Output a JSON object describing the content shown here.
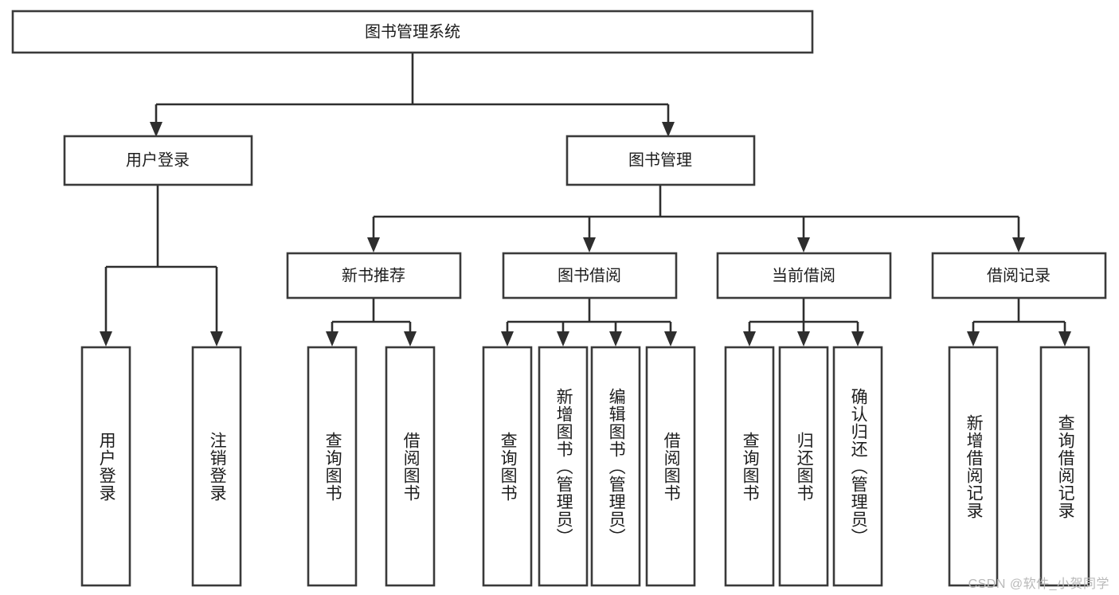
{
  "diagram": {
    "title": "图书管理系统",
    "type": "hierarchy-tree",
    "orientation": "top-down",
    "levels": 4,
    "root": {
      "id": "root",
      "label": "图书管理系统",
      "text_direction": "horizontal"
    },
    "level2": [
      {
        "id": "user-login",
        "label": "用户登录",
        "text_direction": "horizontal"
      },
      {
        "id": "book-manage",
        "label": "图书管理",
        "text_direction": "horizontal"
      }
    ],
    "level3": [
      {
        "id": "new-book-recommend",
        "label": "新书推荐",
        "parent": "book-manage",
        "text_direction": "horizontal"
      },
      {
        "id": "book-borrow",
        "label": "图书借阅",
        "parent": "book-manage",
        "text_direction": "horizontal"
      },
      {
        "id": "current-borrow",
        "label": "当前借阅",
        "parent": "book-manage",
        "text_direction": "horizontal"
      },
      {
        "id": "borrow-record",
        "label": "借阅记录",
        "parent": "book-manage",
        "text_direction": "horizontal"
      }
    ],
    "leaves": [
      {
        "id": "leaf-user-login",
        "label": "用户登录",
        "parent": "user-login",
        "text_direction": "vertical"
      },
      {
        "id": "leaf-logout-login",
        "label": "注销登录",
        "parent": "user-login",
        "text_direction": "vertical"
      },
      {
        "id": "leaf-query-book-1",
        "label": "查询图书",
        "parent": "new-book-recommend",
        "text_direction": "vertical"
      },
      {
        "id": "leaf-borrow-book-1",
        "label": "借阅图书",
        "parent": "new-book-recommend",
        "text_direction": "vertical"
      },
      {
        "id": "leaf-query-book-2",
        "label": "查询图书",
        "parent": "book-borrow",
        "text_direction": "vertical"
      },
      {
        "id": "leaf-add-book",
        "label": "新增图书（管理员）",
        "parent": "book-borrow",
        "text_direction": "vertical"
      },
      {
        "id": "leaf-edit-book",
        "label": "编辑图书（管理员）",
        "parent": "book-borrow",
        "text_direction": "vertical"
      },
      {
        "id": "leaf-borrow-book-2",
        "label": "借阅图书",
        "parent": "book-borrow",
        "text_direction": "vertical"
      },
      {
        "id": "leaf-query-book-3",
        "label": "查询图书",
        "parent": "current-borrow",
        "text_direction": "vertical"
      },
      {
        "id": "leaf-return-book",
        "label": "归还图书",
        "parent": "current-borrow",
        "text_direction": "vertical"
      },
      {
        "id": "leaf-confirm-return",
        "label": "确认归还（管理员）",
        "parent": "current-borrow",
        "text_direction": "vertical"
      },
      {
        "id": "leaf-add-record",
        "label": "新增借阅记录",
        "parent": "borrow-record",
        "text_direction": "vertical"
      },
      {
        "id": "leaf-query-record",
        "label": "查询借阅记录",
        "parent": "borrow-record",
        "text_direction": "vertical"
      }
    ],
    "colors": {
      "box_fill": "#ffffff",
      "box_stroke": "#3a3a3a",
      "connector": "#2e2e2e",
      "text": "#1d1d1d",
      "background": "#ffffff",
      "watermark": "#b9b9b9"
    }
  },
  "watermark": {
    "text": "CSDN @软件_小贺同学"
  }
}
